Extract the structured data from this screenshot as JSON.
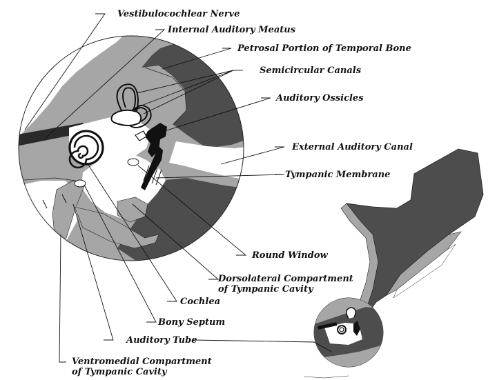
{
  "labels": {
    "vestibulocochlear_nerve": "Vestibulocochlear Nerve",
    "internal_auditory_meatus": "Internal Auditory Meatus",
    "petrosal_portion": "Petrosal Portion of Temporal Bone",
    "semicircular_canals": "Semicircular Canals",
    "auditory_ossicles": "Auditory Ossicles",
    "external_auditory_canal": "External Auditory Canal",
    "tympanic_membrane": "Tympanic Membrane",
    "round_window": "Round Window",
    "dorsolateral_line1": "Dorsolateral Compartment",
    "dorsolateral_line2": "of Tympanic Cavity",
    "cochlea": "Cochlea",
    "bony_septum": "Bony Septum",
    "auditory_tube": "Auditory Tube",
    "ventromedial_line1": "Ventromedial Compartment",
    "ventromedial_line2": "of Tympanic Cavity"
  },
  "colors": {
    "bone_dark": "#4d4d4d",
    "bone_light": "#a6a6a6",
    "cavity_white": "#ffffff",
    "ink": "#111111"
  }
}
